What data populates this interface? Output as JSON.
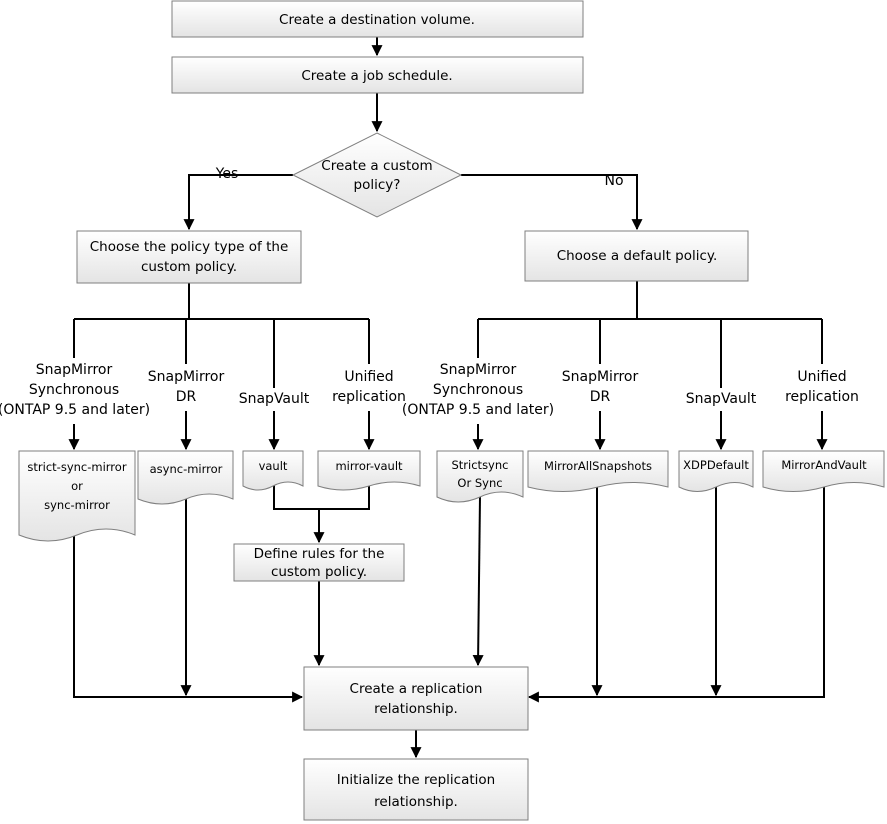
{
  "steps": {
    "create_volume": "Create a destination volume.",
    "create_schedule": "Create a job schedule.",
    "custom_policy_decision": [
      "Create a custom",
      "policy?"
    ],
    "choose_policy_type": [
      "Choose the policy type of the",
      "custom policy."
    ],
    "choose_default_policy": "Choose a default policy.",
    "define_rules": [
      "Define rules for the",
      "custom policy."
    ],
    "create_relationship": [
      "Create a replication",
      "relationship."
    ],
    "initialize_relationship": [
      "Initialize the replication",
      "relationship."
    ]
  },
  "branches": {
    "yes": "Yes",
    "no": "No"
  },
  "policy_types": {
    "synchronous": [
      "SnapMirror",
      "Synchronous",
      "(ONTAP 9.5 and later)"
    ],
    "dr": [
      "SnapMirror",
      "DR"
    ],
    "vault": "SnapVault",
    "unified": [
      "Unified",
      "replication"
    ]
  },
  "custom_policies": {
    "sync": [
      "strict-sync-mirror",
      "or",
      "sync-mirror"
    ],
    "async": "async-mirror",
    "vault": "vault",
    "mirror_vault": "mirror-vault"
  },
  "default_policies": {
    "sync": [
      "Strictsync",
      "Or Sync"
    ],
    "dr": "MirrorAllSnapshots",
    "vault": "XDPDefault",
    "unified": "MirrorAndVault"
  },
  "colors": {
    "box_fill_top": "#ffffff",
    "box_fill_bottom": "#e4e4e4",
    "box_stroke": "#7f7f7f",
    "line": "#000000"
  }
}
